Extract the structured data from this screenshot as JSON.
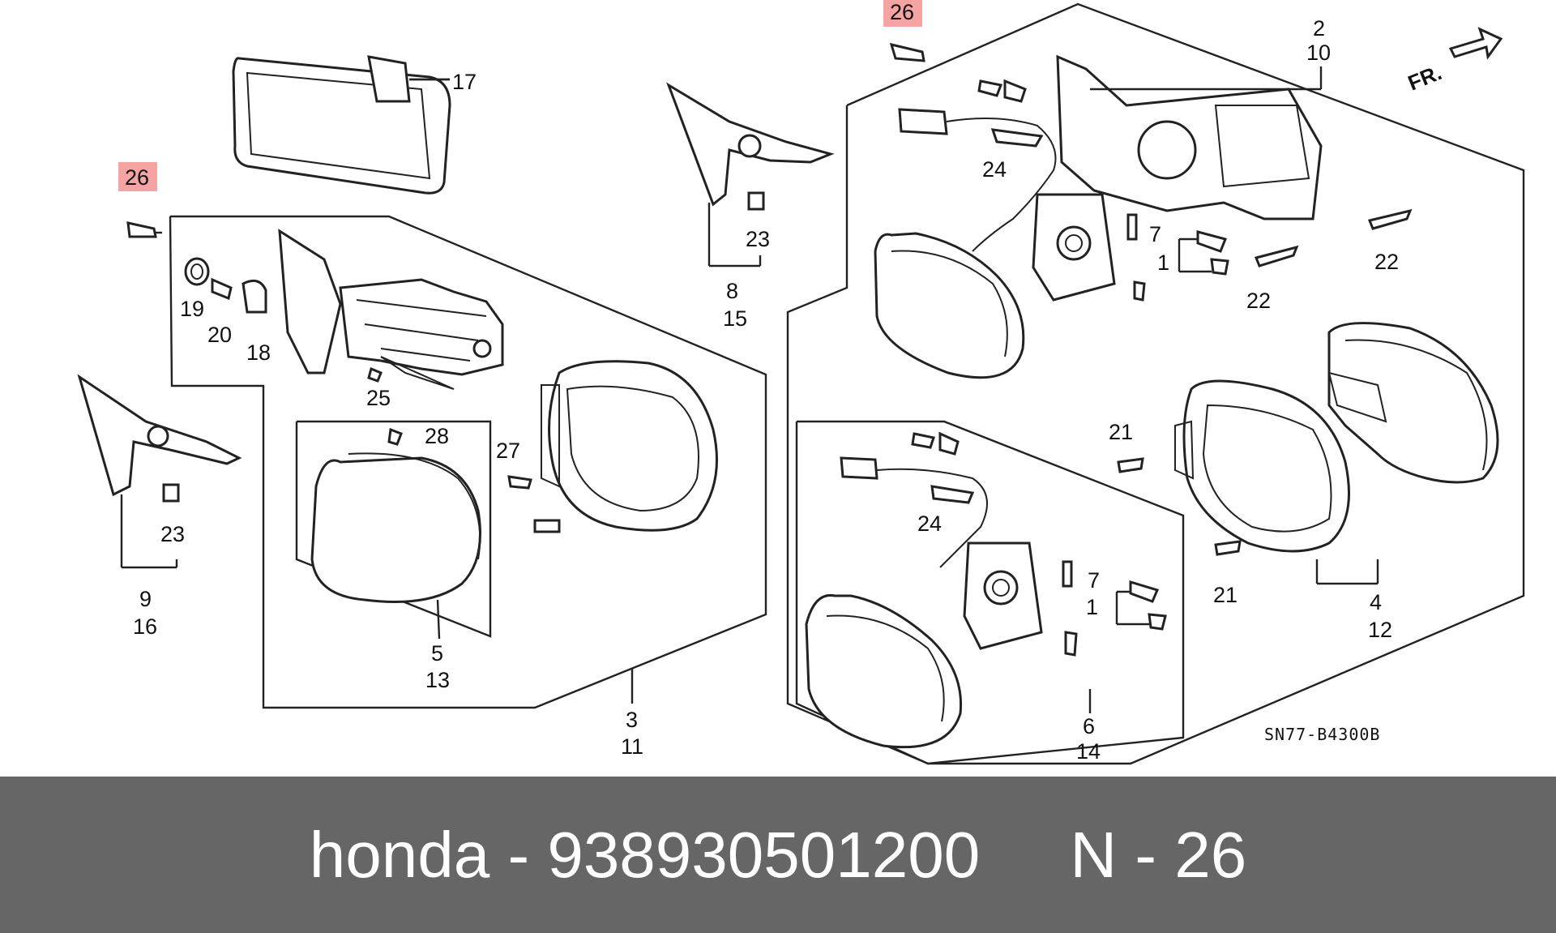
{
  "diagram": {
    "callouts": {
      "c26a": "26",
      "c26b": "26",
      "c17": "17",
      "c19": "19",
      "c20": "20",
      "c18": "18",
      "c25": "25",
      "c28": "28",
      "c27": "27",
      "c5": "5",
      "c13": "13",
      "c3": "3",
      "c11": "11",
      "c9": "9",
      "c16": "16",
      "c23a": "23",
      "c23b": "23",
      "c8": "8",
      "c15": "15",
      "c2": "2",
      "c10": "10",
      "c24a": "24",
      "c24b": "24",
      "c7a": "7",
      "c7b": "7",
      "c1a": "1",
      "c1b": "1",
      "c22a": "22",
      "c22b": "22",
      "c21a": "21",
      "c21b": "21",
      "c4": "4",
      "c12": "12",
      "c6": "6",
      "c14": "14"
    },
    "direction_arrow_label": "FR.",
    "diagram_code": "SN77-B4300B",
    "highlight_color": "#f5a3a3"
  },
  "footer": {
    "text": "honda - 938930501200     N - 26",
    "background": "#666666",
    "text_color": "#ffffff"
  }
}
